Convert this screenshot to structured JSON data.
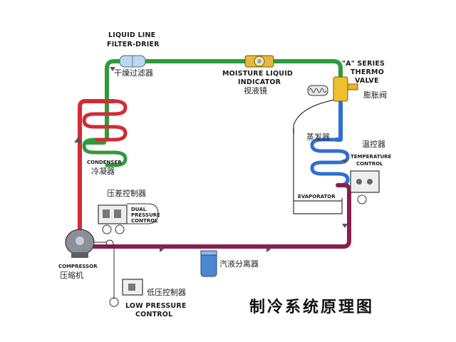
{
  "title": "制冷系统原理图",
  "colors": {
    "hot_gas": "#d42a35",
    "liquid": "#2f9a3c",
    "low_pressure_liquid": "#2f6fd1",
    "suction": "#8a1f4a",
    "component_outline": "#333333"
  },
  "components": {
    "filter_drier": {
      "en_line1": "LIQUID LINE",
      "en_line2": "FILTER-DRIER",
      "cn": "干燥过滤器"
    },
    "sight_glass": {
      "en_line1": "MOISTURE LIQUID",
      "en_line2": "INDICATOR",
      "cn": "视液镜"
    },
    "expansion_valve": {
      "en_line1": "\"A\" SERIES",
      "en_line2": "THERMO",
      "en_line3": "VALVE",
      "cn": "膨胀阀"
    },
    "condenser": {
      "en": "CONDENSER",
      "cn": "冷凝器"
    },
    "evaporator": {
      "cn": "蒸发器",
      "en": "EVAPORATOR"
    },
    "temperature_control": {
      "cn": "温控器",
      "en_line1": "TEMPERATURE",
      "en_line2": "CONTROL"
    },
    "dual_pressure_control": {
      "cn": "压差控制器",
      "en_line1": "DUAL",
      "en_line2": "PRESSURE",
      "en_line3": "CONTROL"
    },
    "compressor": {
      "en": "COMPRESSOR",
      "cn": "压缩机"
    },
    "accumulator": {
      "cn": "汽液分离器"
    },
    "low_pressure_control": {
      "cn": "低压控制器",
      "en_line1": "LOW PRESSURE",
      "en_line2": "CONTROL"
    }
  }
}
